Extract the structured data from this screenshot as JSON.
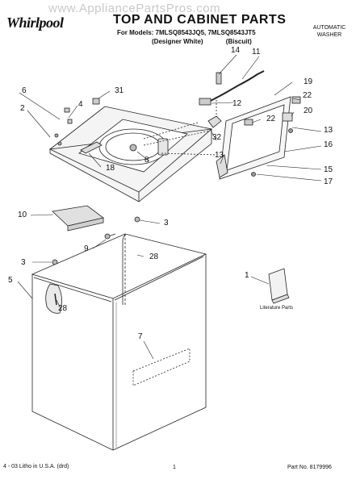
{
  "header": {
    "watermark": "www.AppliancePartsPros.com",
    "logo": "Whirlpool",
    "title": "TOP AND CABINET PARTS",
    "models": "For Models: 7MLSQ8543JQ5, 7MLSQ8543JT5",
    "variant_1": "(Designer White)",
    "variant_2": "(Biscuit)",
    "category_line1": "AUTOMATIC",
    "category_line2": "WASHER"
  },
  "callouts": {
    "c1": "1",
    "c2": "2",
    "c3a": "3",
    "c3b": "3",
    "c4": "4",
    "c5": "5",
    "c6": "6",
    "c7": "7",
    "c8": "8",
    "c9": "9",
    "c10": "10",
    "c11": "11",
    "c12": "12",
    "c13a": "13",
    "c13b": "13",
    "c14": "14",
    "c15": "15",
    "c16": "16",
    "c17": "17",
    "c18": "18",
    "c19": "19",
    "c20": "20",
    "c22a": "22",
    "c22b": "22",
    "c28a": "28",
    "c28b": "28",
    "c31": "31",
    "c32": "32"
  },
  "literature_label": "Literature Parts",
  "footer": {
    "litho": "4 - 03 Litho in U.S.A. (drd)",
    "page": "1",
    "part_no": "Part No. 8179996"
  }
}
